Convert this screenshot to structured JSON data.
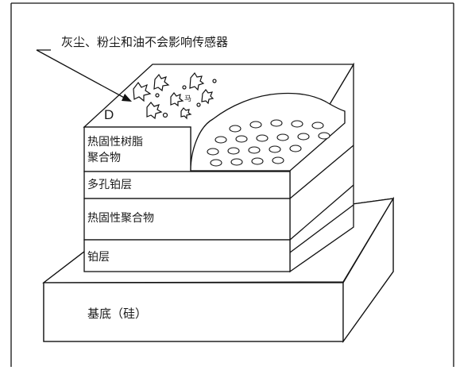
{
  "diagram": {
    "annotation": "灰尘、粉尘和油不会影响传感器",
    "marker_letter": "D",
    "marker_small": "马",
    "layers": {
      "top_resin": "热固性树脂",
      "top_resin_line2": "聚合物",
      "porous_platinum": "多孔铂层",
      "thermoset_polymer": "热固性聚合物",
      "platinum": "铂层",
      "substrate": "基底（硅）"
    }
  }
}
